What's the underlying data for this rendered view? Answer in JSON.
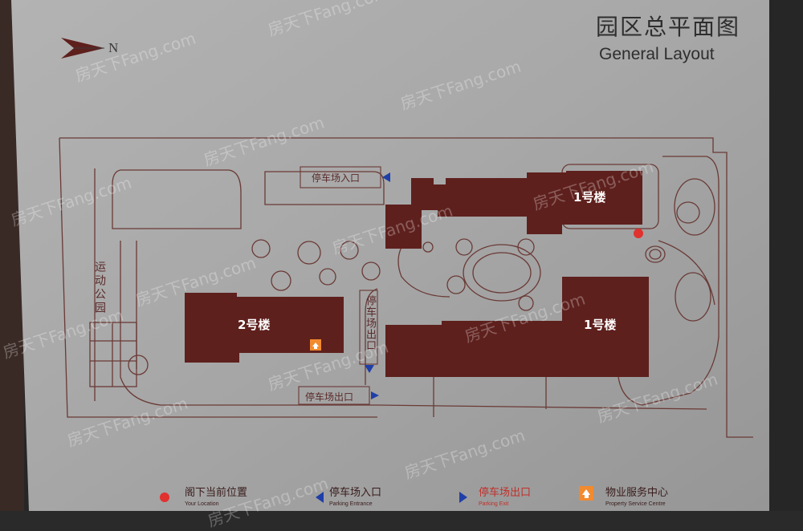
{
  "sign": {
    "title_zh": "园区总平面图",
    "title_en": "General Layout",
    "compass_label": "N"
  },
  "buildings": [
    {
      "label": "1号楼"
    },
    {
      "label": "2号楼"
    },
    {
      "label": "1号楼"
    }
  ],
  "map_labels": {
    "parking_entrance": "停车场入口",
    "parking_exit": "停车场出口",
    "parking_exit_vertical": "停车场出口",
    "sports_park": "运动公园"
  },
  "legend": [
    {
      "label_zh": "阁下当前位置",
      "label_en": "Your Location",
      "icon": "red-dot-icon",
      "color": "#e0322f"
    },
    {
      "label_zh": "停车场入口",
      "label_en": "Parking Entrance",
      "icon": "blue-left-arrow-icon",
      "color": "#1f3fa8"
    },
    {
      "label_zh": "停车场出口",
      "label_en": "Parking Exit",
      "icon": "blue-right-arrow-icon",
      "color": "#1f3fa8"
    },
    {
      "label_zh": "物业服务中心",
      "label_en": "Property Service Centre",
      "icon": "house-icon",
      "color": "#f28a2e"
    }
  ],
  "watermark": "房天下Fang.com",
  "colors": {
    "building": "#5e201d",
    "lines": "#6a3a36",
    "plate": "#a9a9a9",
    "location": "#e0322f",
    "arrow": "#1f3fa8",
    "service": "#f28a2e"
  }
}
